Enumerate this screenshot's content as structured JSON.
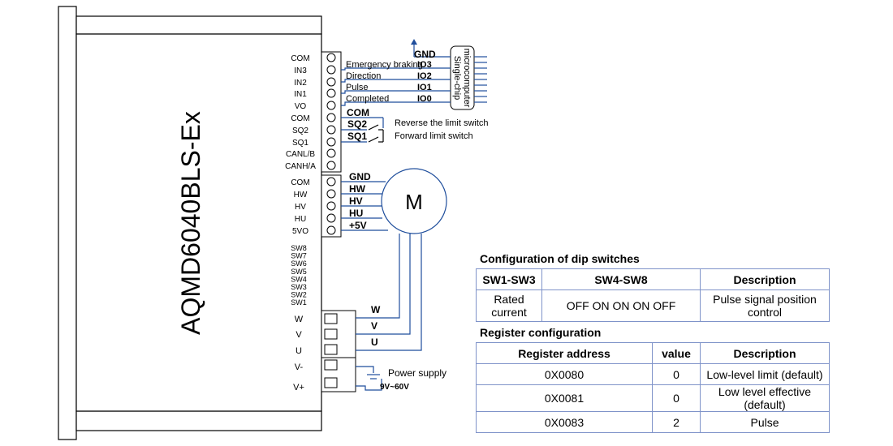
{
  "device": {
    "model": "AQMD6040BLS-Ex",
    "pin_labels_top": [
      "COM",
      "IN3",
      "IN2",
      "IN1",
      "VO",
      "COM",
      "SQ2",
      "SQ1",
      "CANL/B",
      "CANH/A"
    ],
    "pin_labels_mid": [
      "COM",
      "HW",
      "HV",
      "HU",
      "5VO"
    ],
    "dip_labels": [
      "SW8",
      "SW7",
      "SW6",
      "SW5",
      "SW4",
      "SW3",
      "SW2",
      "SW1"
    ],
    "power_labels": [
      "W",
      "V",
      "U",
      "V-",
      "V+"
    ]
  },
  "wiring": {
    "mcu_box": "Single-chip microcomputer",
    "gnd": "GND",
    "io_signals": [
      {
        "desc": "Emergency braking",
        "pin": "IO3"
      },
      {
        "desc": "Direction",
        "pin": "IO2"
      },
      {
        "desc": "Pulse",
        "pin": "IO1"
      },
      {
        "desc": "Completed",
        "pin": "IO0"
      }
    ],
    "com": "COM",
    "sq2": "SQ2",
    "sq1": "SQ1",
    "reverse_limit": "Reverse the limit switch",
    "forward_limit": "Forward limit switch",
    "hall": [
      "GND",
      "HW",
      "HV",
      "HU",
      "+5V"
    ],
    "motor": "M",
    "phases": [
      "W",
      "V",
      "U"
    ],
    "power_supply": "Power supply",
    "voltage": "9V~60V"
  },
  "config_table": {
    "title": "Configuration of dip switches",
    "headers": [
      "SW1-SW3",
      "SW4-SW8",
      "Description"
    ],
    "row": [
      "Rated current",
      "OFF ON ON ON OFF",
      "Pulse signal position control"
    ],
    "register_title": "Register configuration",
    "register_headers": [
      "Register address",
      "value",
      "Description"
    ],
    "register_rows": [
      [
        "0X0080",
        "0",
        "Low-level limit (default)"
      ],
      [
        "0X0081",
        "0",
        "Low level effective (default)"
      ],
      [
        "0X0083",
        "2",
        "Pulse"
      ]
    ]
  }
}
